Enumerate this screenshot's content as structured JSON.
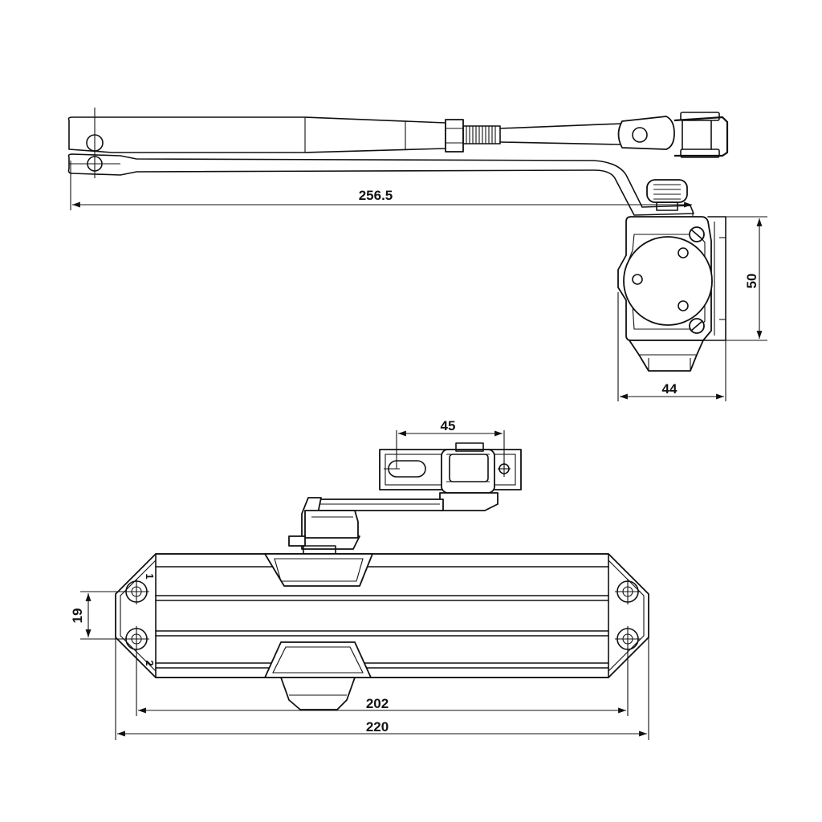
{
  "dimensions": {
    "arm_length": "256.5",
    "body_height": "50",
    "body_depth": "44",
    "bracket_hole_spacing": "45",
    "hole_spacing_vertical": "19",
    "hole_spacing_horizontal": "202",
    "overall_length": "220"
  },
  "hole_labels": {
    "first": "1",
    "second": "2"
  },
  "colors": {
    "line": "#111111",
    "background": "#ffffff"
  }
}
